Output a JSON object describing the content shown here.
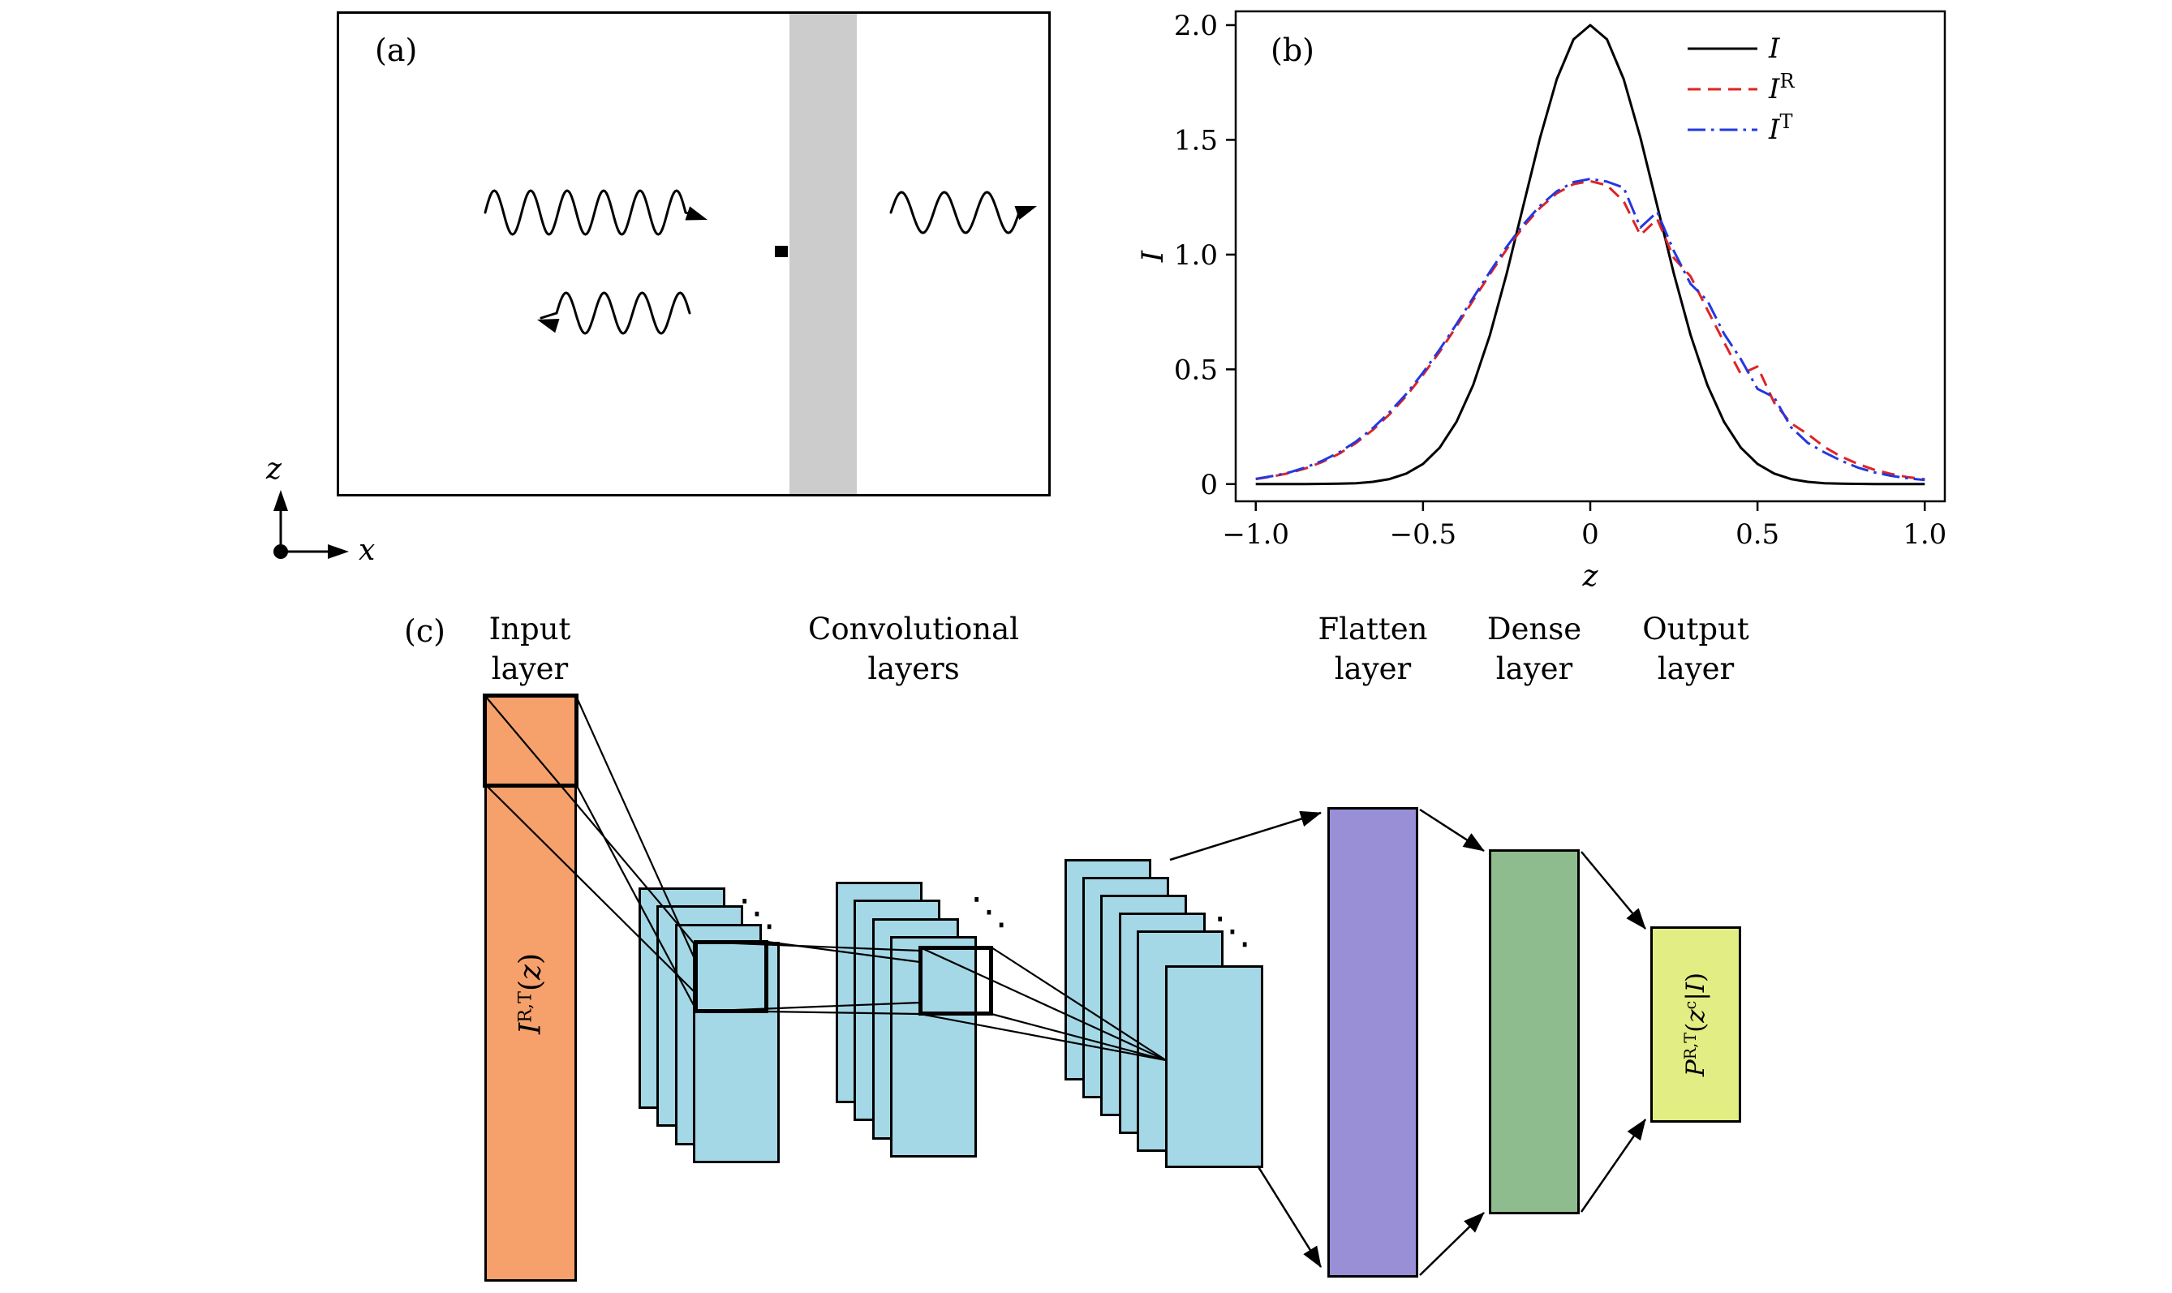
{
  "chart_data": {
    "type": "line",
    "title": "",
    "xlabel": "z",
    "ylabel": "I",
    "xlim": [
      -1.06,
      1.06
    ],
    "ylim": [
      -0.075,
      2.06
    ],
    "grid": false,
    "xticks": {
      "values": [
        -1.0,
        -0.5,
        0,
        0.5,
        1.0
      ],
      "labels": [
        "−1.0",
        "−0.5",
        "0",
        "0.5",
        "1.0"
      ]
    },
    "yticks": {
      "values": [
        0,
        0.5,
        1.0,
        1.5,
        2.0
      ],
      "labels": [
        "0",
        "0.5",
        "1.0",
        "1.5",
        "2.0"
      ]
    },
    "legend": {
      "position": "upper right",
      "entries": [
        {
          "base": "I",
          "sup": ""
        },
        {
          "base": "I",
          "sup": "R"
        },
        {
          "base": "I",
          "sup": "T"
        }
      ]
    },
    "x": [
      -1.0,
      -0.95,
      -0.9,
      -0.85,
      -0.8,
      -0.75,
      -0.7,
      -0.65,
      -0.6,
      -0.55,
      -0.5,
      -0.45,
      -0.4,
      -0.35,
      -0.3,
      -0.25,
      -0.2,
      -0.15,
      -0.1,
      -0.05,
      0,
      0.05,
      0.1,
      0.15,
      0.2,
      0.25,
      0.3,
      0.35,
      0.4,
      0.45,
      0.5,
      0.55,
      0.6,
      0.65,
      0.7,
      0.75,
      0.8,
      0.85,
      0.9,
      0.95,
      1.0
    ],
    "series": [
      {
        "name": "I",
        "color": "#000000",
        "style": "solid",
        "values": [
          0,
          0,
          0,
          0,
          0.001,
          0.002,
          0.004,
          0.01,
          0.022,
          0.046,
          0.088,
          0.159,
          0.271,
          0.432,
          0.649,
          0.916,
          1.213,
          1.51,
          1.765,
          1.938,
          2.0,
          1.938,
          1.765,
          1.51,
          1.213,
          0.916,
          0.649,
          0.432,
          0.271,
          0.159,
          0.088,
          0.046,
          0.022,
          0.01,
          0.004,
          0.002,
          0.001,
          0,
          0,
          0,
          0
        ]
      },
      {
        "name": "IR",
        "color": "#e02323",
        "style": "dashed",
        "values": [
          0.022,
          0.033,
          0.048,
          0.069,
          0.097,
          0.133,
          0.179,
          0.236,
          0.304,
          0.384,
          0.476,
          0.577,
          0.687,
          0.801,
          0.914,
          1.023,
          1.121,
          1.204,
          1.267,
          1.307,
          1.32,
          1.302,
          1.232,
          1.085,
          1.155,
          0.985,
          0.905,
          0.76,
          0.618,
          0.48,
          0.512,
          0.355,
          0.265,
          0.218,
          0.162,
          0.12,
          0.088,
          0.062,
          0.044,
          0.03,
          0.021
        ]
      },
      {
        "name": "IT",
        "color": "#2338e0",
        "style": "dashdot",
        "values": [
          0.023,
          0.035,
          0.051,
          0.073,
          0.102,
          0.139,
          0.186,
          0.244,
          0.313,
          0.393,
          0.486,
          0.587,
          0.697,
          0.812,
          0.925,
          1.034,
          1.131,
          1.213,
          1.276,
          1.316,
          1.33,
          1.318,
          1.292,
          1.118,
          1.186,
          1.015,
          0.872,
          0.8,
          0.655,
          0.545,
          0.415,
          0.378,
          0.248,
          0.18,
          0.138,
          0.102,
          0.072,
          0.051,
          0.036,
          0.025,
          0.018
        ]
      }
    ]
  },
  "panel_a": {
    "label": "(a)",
    "z_label": "z",
    "x_label": "x",
    "barrier_color": "#cccccc",
    "icons": [
      "incident-wave",
      "reflected-wave",
      "transmitted-wave",
      "origin-dot"
    ]
  },
  "panel_b": {
    "label": "(b)"
  },
  "panel_c": {
    "label": "(c)",
    "headers": {
      "input": [
        "Input",
        "layer"
      ],
      "conv": [
        "Convolutional",
        "layers"
      ],
      "flatten": [
        "Flatten",
        "layer"
      ],
      "dense": [
        "Dense",
        "layer"
      ],
      "output": [
        "Output",
        "layer"
      ]
    },
    "input_label": {
      "base": "I",
      "sup": "R,T",
      "open": "(",
      "var": "z",
      "close": ")"
    },
    "output_label": {
      "base": "P",
      "sup": "R,T",
      "open": "(",
      "var": "z",
      "sup2": "c",
      "bar": "|",
      "arg": "I",
      "close": ")"
    },
    "ellipsis": "⋱",
    "colors": {
      "input": "#f6a16b",
      "conv": "#a5d8e6",
      "flatten": "#998fd7",
      "dense": "#8fbc8f",
      "output": "#e2ee84",
      "barrier": "#cccccc"
    }
  }
}
